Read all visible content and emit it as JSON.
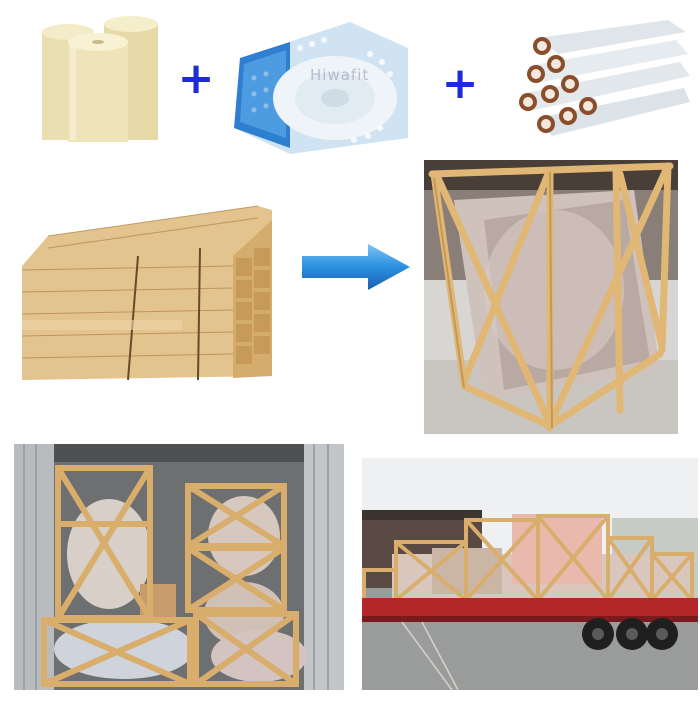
{
  "top_row": {
    "items": [
      "kraft-paper-rolls",
      "bubble-wrap-roll",
      "stretch-film-rolls"
    ],
    "watermark_text": "Hiwafit",
    "plus_symbol": "+"
  },
  "middle_row": {
    "items": [
      "lumber-stack",
      "wooden-crate-wrapped-machine"
    ],
    "arrow_color": "#2b8fe0"
  },
  "bottom_row": {
    "items": [
      "container-loaded-crates",
      "truck-loaded-crates"
    ]
  },
  "colors": {
    "plus": "#1f2bd6",
    "wood": "#d9b27a",
    "wood_dark": "#b88a4f",
    "kraft": "#eee3b8"
  }
}
